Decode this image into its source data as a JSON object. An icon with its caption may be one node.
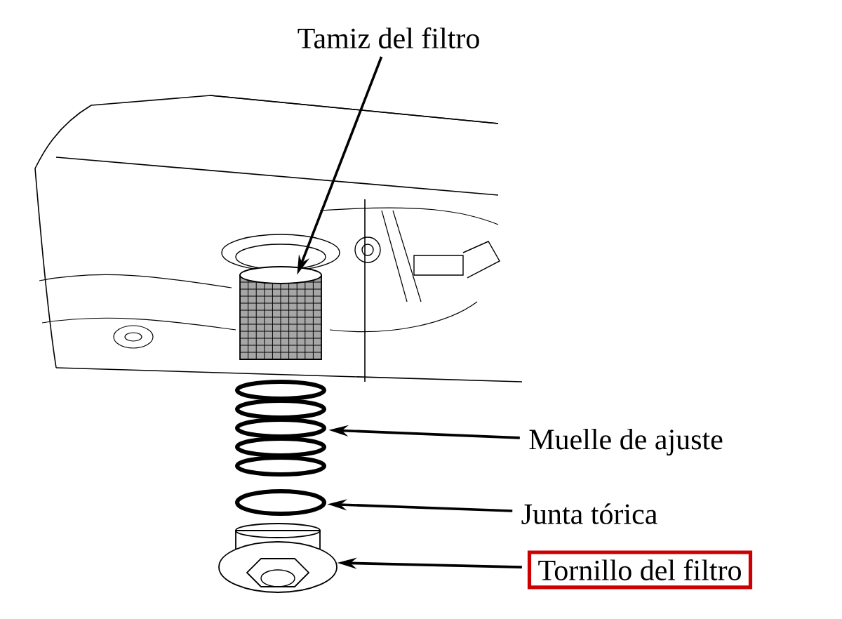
{
  "diagram": {
    "nodes": [
      {
        "text": [
          "Tamiz del filtro"
        ]
      },
      {
        "text": [],
        "shape": "picture"
      },
      {
        "text": [
          "Muelle de ajuste"
        ]
      },
      {
        "text": [],
        "shape": "picture"
      },
      {
        "text": [
          "Junta tórica"
        ]
      },
      {
        "text": [],
        "shape": "circle"
      },
      {
        "text": [
          "Tornillo del filtro"
        ]
      },
      {
        "text": [],
        "shape": "picture"
      }
    ],
    "edges": [
      {
        "from": 0,
        "to": 1,
        "arrow": "to"
      },
      {
        "from": 2,
        "to": 3,
        "arrow": "to"
      },
      {
        "from": 4,
        "to": 5,
        "arrow": "to"
      },
      {
        "from": 6,
        "to": 7,
        "arrow": "to"
      }
    ]
  }
}
